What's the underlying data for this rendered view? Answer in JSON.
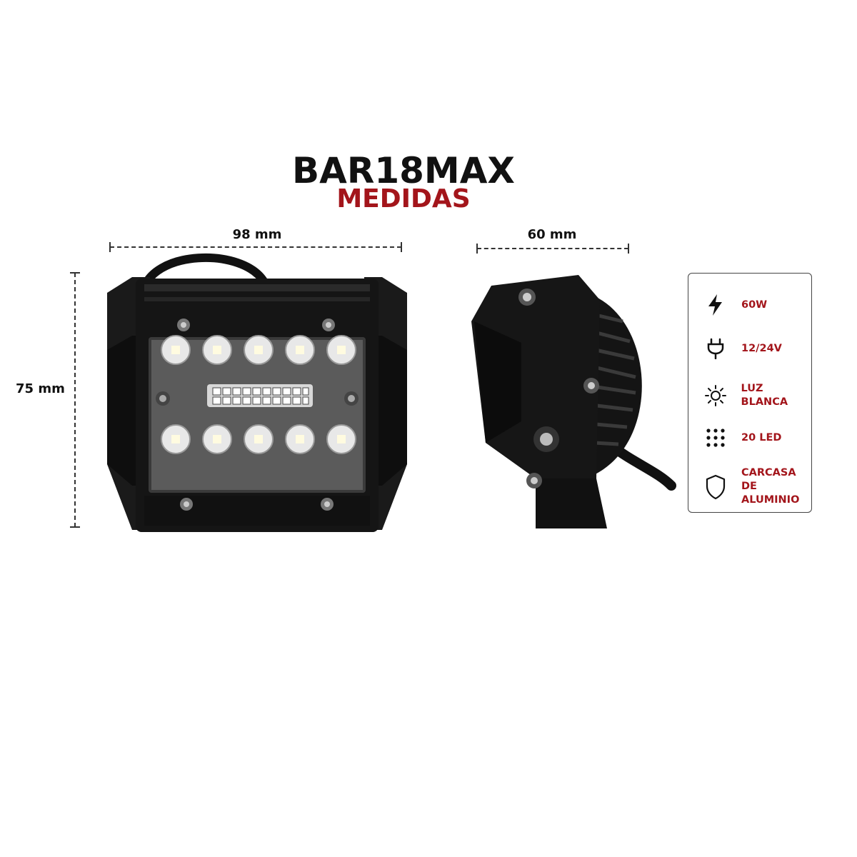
{
  "header": {
    "title": "BAR18MAX",
    "subtitle": "MEDIDAS"
  },
  "dimensions": {
    "front_width": "98 mm",
    "side_depth": "60 mm",
    "height": "75 mm"
  },
  "specs": [
    {
      "icon": "lightning-icon",
      "label": "60W"
    },
    {
      "icon": "plug-icon",
      "label": "12/24V"
    },
    {
      "icon": "sun-icon",
      "label": "LUZ BLANCA"
    },
    {
      "icon": "led-grid-icon",
      "label": "20 LED"
    },
    {
      "icon": "shield-icon",
      "label": "CARCASA DE ALUMINIO"
    }
  ],
  "colors": {
    "accent": "#a3151b",
    "text": "#111111",
    "housing": "#141414"
  }
}
